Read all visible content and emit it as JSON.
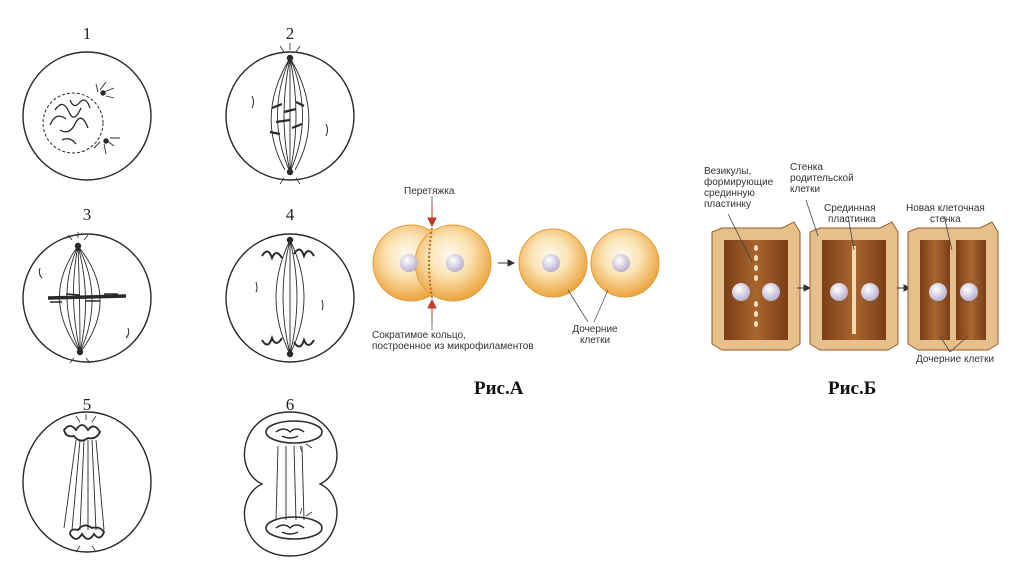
{
  "mitosis": {
    "stages": [
      {
        "number": "1"
      },
      {
        "number": "2"
      },
      {
        "number": "3"
      },
      {
        "number": "4"
      },
      {
        "number": "5"
      },
      {
        "number": "6"
      }
    ]
  },
  "fig_a": {
    "caption": "Рис.А",
    "label_constriction": "Перетяжка",
    "label_ring_line1": "Сократимое кольцо,",
    "label_ring_line2": "построенное из микрофиламентов",
    "label_daughter_line1": "Дочерние",
    "label_daughter_line2": "клетки"
  },
  "fig_b": {
    "caption": "Рис.Б",
    "label_vesicles": [
      "Везикулы,",
      "формирующие",
      "срединную",
      "пластинку"
    ],
    "label_parent_wall": [
      "Стенка",
      "родительской",
      "клетки"
    ],
    "label_middle_plate": [
      "Срединная",
      "пластинка"
    ],
    "label_new_wall": [
      "Новая клеточная",
      "стенка"
    ],
    "label_daughter": "Дочерние клетки"
  },
  "colors": {
    "ink": "#2a2a2a",
    "cell_orange": "#f2b04a",
    "cell_light": "#fbe3b4",
    "wall_tan": "#e0b57a",
    "wall_dark": "#9a5a2a",
    "nucleus": "#d9d3e6",
    "arrow_red": "#c0392b"
  }
}
